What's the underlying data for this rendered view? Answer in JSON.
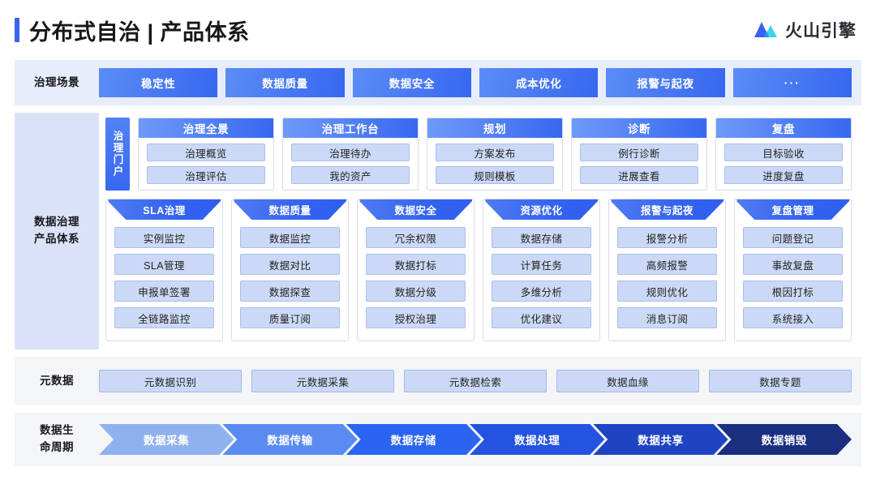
{
  "header": {
    "title": "分布式自治 | 产品体系",
    "brand_name": "火山引擎",
    "brand_icon": "volcano-mountain-icon",
    "accent_color": "#3a62f0"
  },
  "scenario_section": {
    "label": "治理场景",
    "buttons": [
      {
        "label": "稳定性"
      },
      {
        "label": "数据质量"
      },
      {
        "label": "数据安全"
      },
      {
        "label": "成本优化"
      },
      {
        "label": "报警与起夜"
      },
      {
        "label": "···"
      }
    ]
  },
  "core_section": {
    "label_line1": "数据治理",
    "label_line2": "产品体系",
    "portal_tab": "治理门户",
    "portal_panels": [
      {
        "title": "治理全景",
        "items": [
          "治理概览",
          "治理评估"
        ]
      },
      {
        "title": "治理工作台",
        "items": [
          "治理待办",
          "我的资产"
        ]
      },
      {
        "title": "规划",
        "items": [
          "方案发布",
          "规则模板"
        ]
      },
      {
        "title": "诊断",
        "items": [
          "例行诊断",
          "进展查看"
        ]
      },
      {
        "title": "复盘",
        "items": [
          "目标验收",
          "进度复盘"
        ]
      }
    ],
    "product_cards": [
      {
        "title": "SLA治理",
        "items": [
          "实例监控",
          "SLA管理",
          "申报单签署",
          "全链路监控"
        ]
      },
      {
        "title": "数据质量",
        "items": [
          "数据监控",
          "数据对比",
          "数据探查",
          "质量订阅"
        ]
      },
      {
        "title": "数据安全",
        "items": [
          "冗余权限",
          "数据打标",
          "数据分级",
          "授权治理"
        ]
      },
      {
        "title": "资源优化",
        "items": [
          "数据存储",
          "计算任务",
          "多维分析",
          "优化建议"
        ]
      },
      {
        "title": "报警与起夜",
        "items": [
          "报警分析",
          "高频报警",
          "规则优化",
          "消息订阅"
        ]
      },
      {
        "title": "复盘管理",
        "items": [
          "问题登记",
          "事故复盘",
          "根因打标",
          "系统接入"
        ]
      }
    ]
  },
  "metadata_section": {
    "label": "元数据",
    "buttons": [
      {
        "label": "元数据识别"
      },
      {
        "label": "元数据采集"
      },
      {
        "label": "元数据检索"
      },
      {
        "label": "数据血缘"
      },
      {
        "label": "数据专题"
      }
    ]
  },
  "lifecycle_section": {
    "label_line1": "数据生",
    "label_line2": "命周期",
    "stages": [
      {
        "label": "数据采集",
        "color": "#8fb2ef"
      },
      {
        "label": "数据传输",
        "color": "#5a8bf2"
      },
      {
        "label": "数据存储",
        "color": "#2a64f0"
      },
      {
        "label": "数据处理",
        "color": "#2353e0"
      },
      {
        "label": "数据共享",
        "color": "#1e44c4"
      },
      {
        "label": "数据销毁",
        "color": "#1a2f80"
      }
    ]
  }
}
